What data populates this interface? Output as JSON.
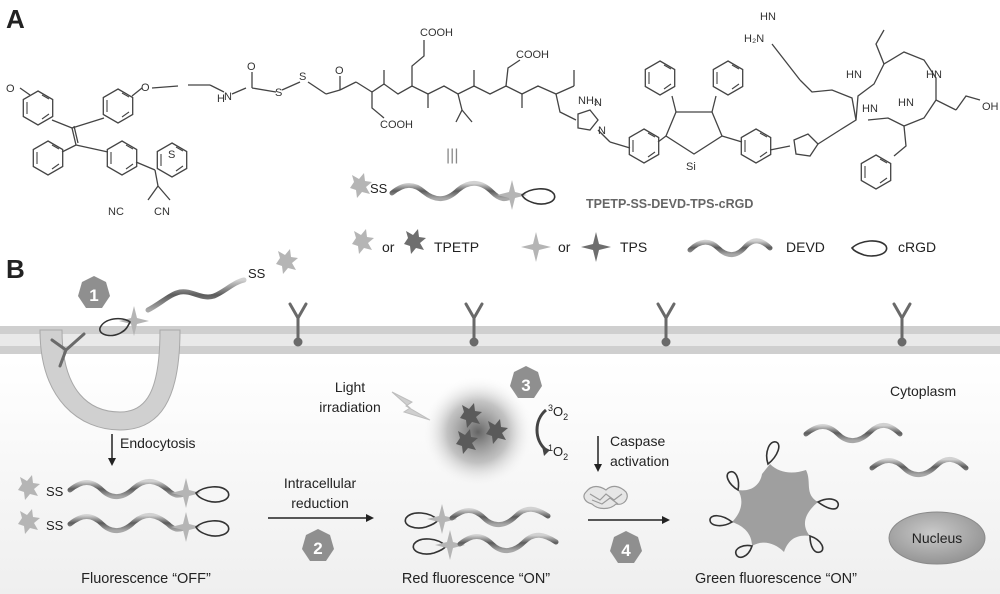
{
  "panel_a": {
    "label": "A",
    "atoms": {
      "methoxy_o": "O",
      "ether_o": "O",
      "nh": "N",
      "h": "H",
      "carbonyl_o": "O",
      "s": "S",
      "cooh": "COOH",
      "nh2": "NH₂",
      "cn": "NC",
      "cn2": "CN",
      "si": "Si",
      "hn": "HN",
      "h2n": "H₂N",
      "oh": "OH",
      "triazole_n": "N",
      "equiv": "|||"
    },
    "construct_ss": "SS",
    "compound_name": "TPETP-SS-DEVD-TPS-cRGD"
  },
  "legend": {
    "or1": "or",
    "tpetp": "TPETP",
    "or2": "or",
    "tps": "TPS",
    "devd": "DEVD",
    "crgd": "cRGD"
  },
  "panel_b": {
    "label": "B",
    "steps": [
      "1",
      "2",
      "3",
      "4"
    ],
    "ss": "SS",
    "endocytosis": "Endocytosis",
    "light_line1": "Light",
    "light_line2": "irradiation",
    "o2_triplet_sup": "3",
    "o2_triplet": "O",
    "o2_triplet_sub": "2",
    "o2_singlet_sup": "1",
    "o2_singlet": "O",
    "o2_singlet_sub": "2",
    "cytoplasm": "Cytoplasm",
    "intracellular_line1": "Intracellular",
    "intracellular_line2": "reduction",
    "caspase_line1": "Caspase",
    "caspase_line2": "activation",
    "nucleus": "Nucleus",
    "fluor_off": "Fluorescence “OFF”",
    "red_on": "Red fluorescence “ON”",
    "green_on": "Green fluorescence “ON”"
  },
  "colors": {
    "ink": "#333333",
    "gray_text": "#555555",
    "light_gray": "#b5b5b5",
    "dark_gray": "#6e6e6e",
    "membrane": "#c4c4c4",
    "hex_badge": "#8f8f8f",
    "nucleus": "#a9a9a9"
  }
}
